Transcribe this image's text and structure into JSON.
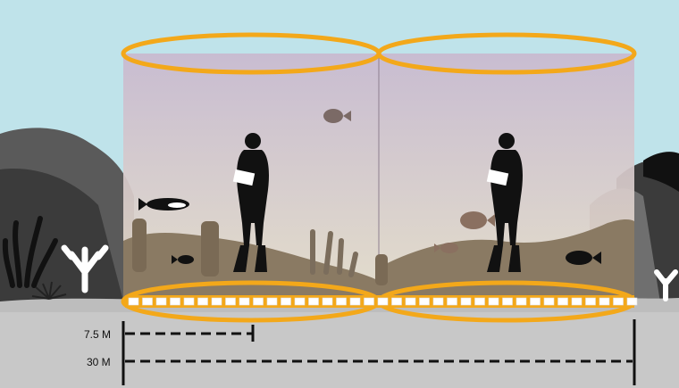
{
  "colors": {
    "sky": "#bfe3ea",
    "column_top": "#c9b9cf",
    "column_bottom": "#e7ddc8",
    "seafloor": "#c8c8c8",
    "ring": "#f3a81a",
    "rock_dark": "#3b3b3b",
    "rock_mid": "#6f6f6f",
    "reef_brown": "#8a7a63",
    "silhouette": "#111111",
    "coral_white": "#ffffff"
  },
  "scale": {
    "short_label": "7.5 M",
    "long_label": "30 M"
  },
  "figures": {
    "cylinders": 2,
    "divers": 2,
    "fish": 6
  }
}
